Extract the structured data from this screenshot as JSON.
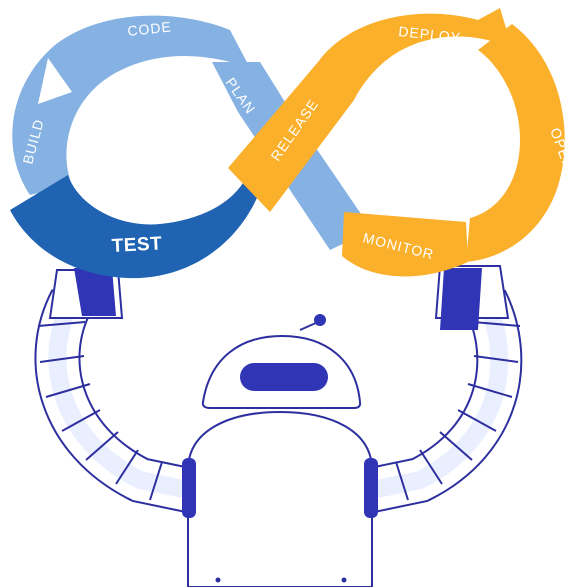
{
  "diagram": {
    "stages_left": {
      "code": "CODE",
      "build": "BUILD",
      "test": "TEST",
      "plan": "PLAN"
    },
    "stages_right": {
      "release": "RELEASE",
      "deploy": "DEPLOY",
      "operate": "OPERATE",
      "monitor": "MONITOR"
    }
  },
  "colors": {
    "light_blue": "#85b2e2",
    "dark_blue": "#1f63b2",
    "orange": "#fbb02c",
    "robot_outline": "#2e2f9f",
    "robot_fill": "#e9efff",
    "robot_accent": "#2f35b5"
  },
  "illustration": {
    "subject": "robot-icon"
  }
}
